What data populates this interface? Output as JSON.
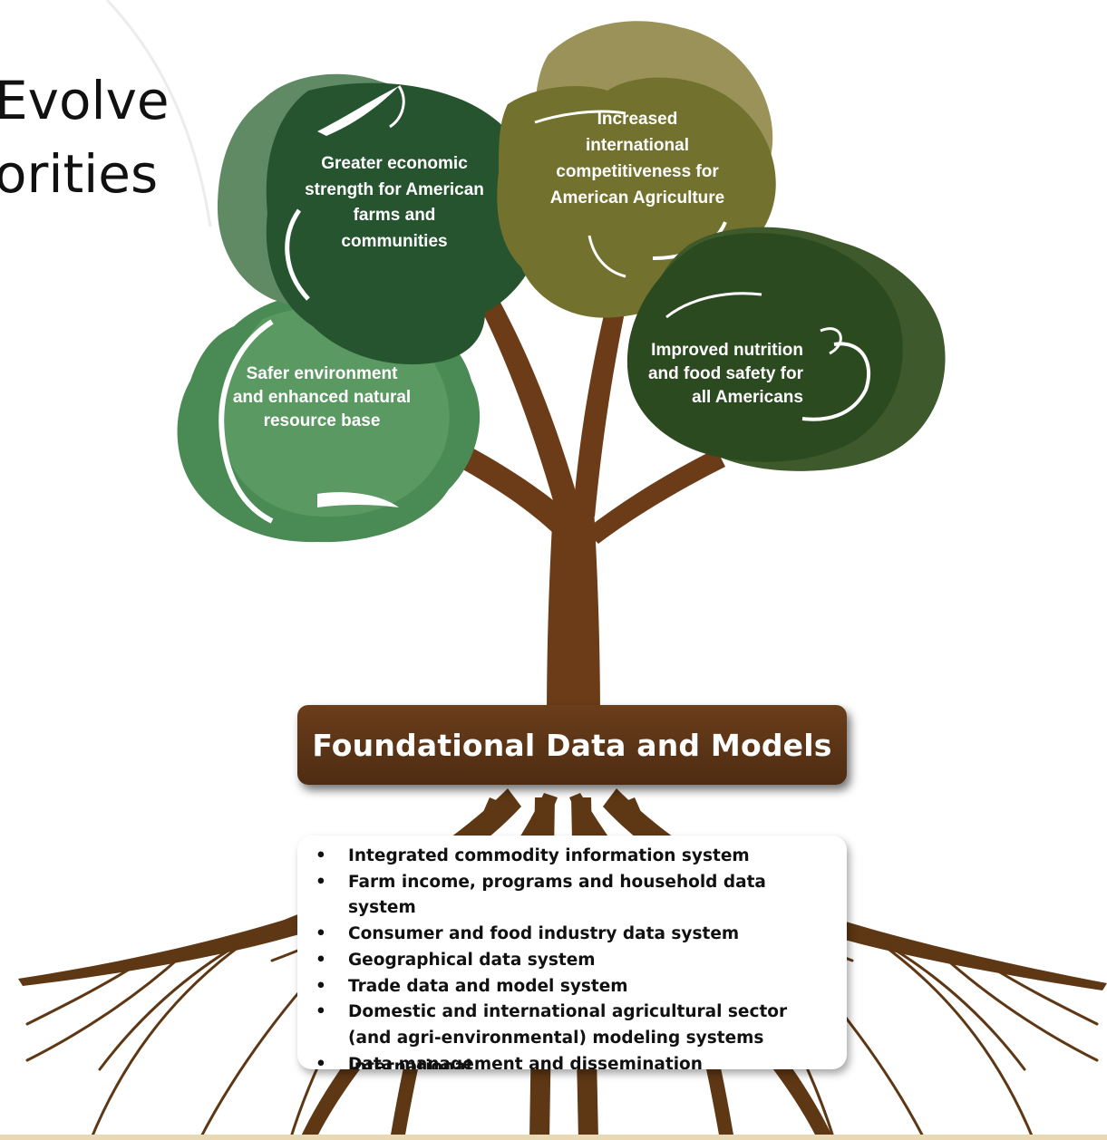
{
  "title": {
    "line1": "Evolve",
    "line2": "orities"
  },
  "canopies": {
    "economic": "Greater economic strength for American farms and communities",
    "international": "Increased international competitiveness for American Agriculture",
    "environment": "Safer environment and enhanced natural resource base",
    "nutrition": "Improved nutrition and food safety for all Americans"
  },
  "foundation": {
    "title": "Foundational Data and Models"
  },
  "systems": {
    "items": [
      "Integrated commodity information system",
      "Farm income, programs and household data system",
      "Consumer and food industry data system",
      "Geographical data system",
      "Trade data and model system",
      "Domestic and international agricultural sector (and agri-environmental) modeling systems",
      "Data management and dissemination"
    ],
    "cut_off_text": "International"
  },
  "colors": {
    "trunk": "#6b3c17",
    "canopy_economic": "#25542f",
    "canopy_international": "#73712e",
    "canopy_environment": "#4a8a54",
    "canopy_nutrition": "#2c4a20",
    "banner": "#5a3415"
  }
}
